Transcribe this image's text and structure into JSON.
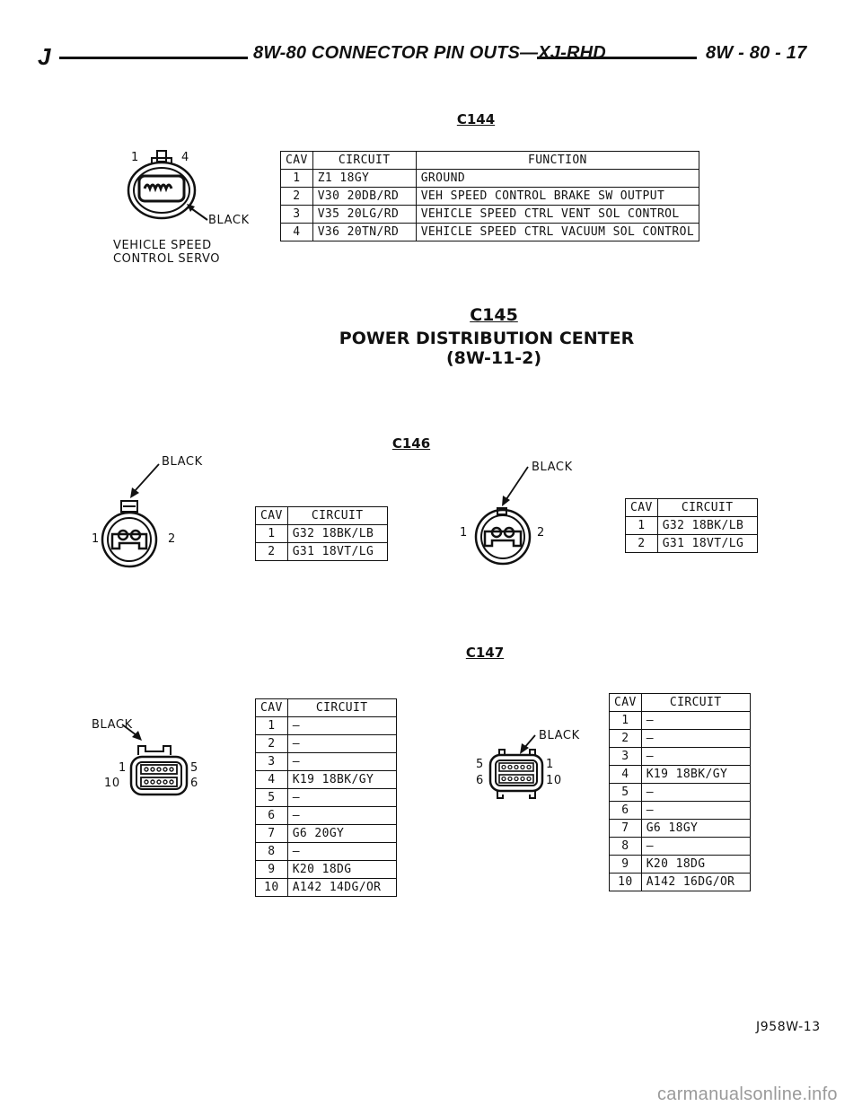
{
  "header": {
    "left_letter": "J",
    "title": "8W-80 CONNECTOR PIN OUTS—XJ-RHD",
    "page_number": "8W - 80 - 17"
  },
  "columns": {
    "cav": "CAV",
    "circuit": "CIRCUIT",
    "function": "FUNCTION"
  },
  "c144": {
    "title": "C144",
    "connector_label": [
      "VEHICLE SPEED",
      "CONTROL SERVO"
    ],
    "color_label": "BLACK",
    "pin_labels": [
      "1",
      "4"
    ],
    "rows": [
      {
        "cav": "1",
        "circuit": "Z1 18GY",
        "function": "GROUND"
      },
      {
        "cav": "2",
        "circuit": "V30 20DB/RD",
        "function": "VEH SPEED CONTROL BRAKE SW OUTPUT"
      },
      {
        "cav": "3",
        "circuit": "V35 20LG/RD",
        "function": "VEHICLE SPEED CTRL VENT SOL CONTROL"
      },
      {
        "cav": "4",
        "circuit": "V36 20TN/RD",
        "function": "VEHICLE SPEED CTRL VACUUM SOL CONTROL"
      }
    ]
  },
  "c145": {
    "title": "C145",
    "line1": "POWER DISTRIBUTION CENTER",
    "line2": "(8W-11-2)"
  },
  "c146": {
    "title": "C146",
    "left": {
      "color_label": "BLACK",
      "pin_labels": [
        "1",
        "2"
      ],
      "rows": [
        {
          "cav": "1",
          "circuit": "G32 18BK/LB"
        },
        {
          "cav": "2",
          "circuit": "G31 18VT/LG"
        }
      ]
    },
    "right": {
      "color_label": "BLACK",
      "pin_labels": [
        "1",
        "2"
      ],
      "rows": [
        {
          "cav": "1",
          "circuit": "G32 18BK/LB"
        },
        {
          "cav": "2",
          "circuit": "G31 18VT/LG"
        }
      ]
    }
  },
  "c147": {
    "title": "C147",
    "left": {
      "color_label": "BLACK",
      "pin_labels": [
        "1",
        "5",
        "10",
        "6"
      ],
      "rows": [
        {
          "cav": "1",
          "circuit": "—"
        },
        {
          "cav": "2",
          "circuit": "—"
        },
        {
          "cav": "3",
          "circuit": "—"
        },
        {
          "cav": "4",
          "circuit": "K19 18BK/GY"
        },
        {
          "cav": "5",
          "circuit": "—"
        },
        {
          "cav": "6",
          "circuit": "—"
        },
        {
          "cav": "7",
          "circuit": "G6 20GY"
        },
        {
          "cav": "8",
          "circuit": "—"
        },
        {
          "cav": "9",
          "circuit": "K20 18DG"
        },
        {
          "cav": "10",
          "circuit": "A142 14DG/OR"
        }
      ]
    },
    "right": {
      "color_label": "BLACK",
      "pin_labels": [
        "5",
        "1",
        "6",
        "10"
      ],
      "rows": [
        {
          "cav": "1",
          "circuit": "—"
        },
        {
          "cav": "2",
          "circuit": "—"
        },
        {
          "cav": "3",
          "circuit": "—"
        },
        {
          "cav": "4",
          "circuit": "K19 18BK/GY"
        },
        {
          "cav": "5",
          "circuit": "—"
        },
        {
          "cav": "6",
          "circuit": "—"
        },
        {
          "cav": "7",
          "circuit": "G6 18GY"
        },
        {
          "cav": "8",
          "circuit": "—"
        },
        {
          "cav": "9",
          "circuit": "K20 18DG"
        },
        {
          "cav": "10",
          "circuit": "A142 16DG/OR"
        }
      ]
    }
  },
  "figure_code": "J958W-13",
  "watermark": "carmanualsonline.info",
  "colors": {
    "ink": "#111111",
    "watermark": "#9a9a9a"
  }
}
